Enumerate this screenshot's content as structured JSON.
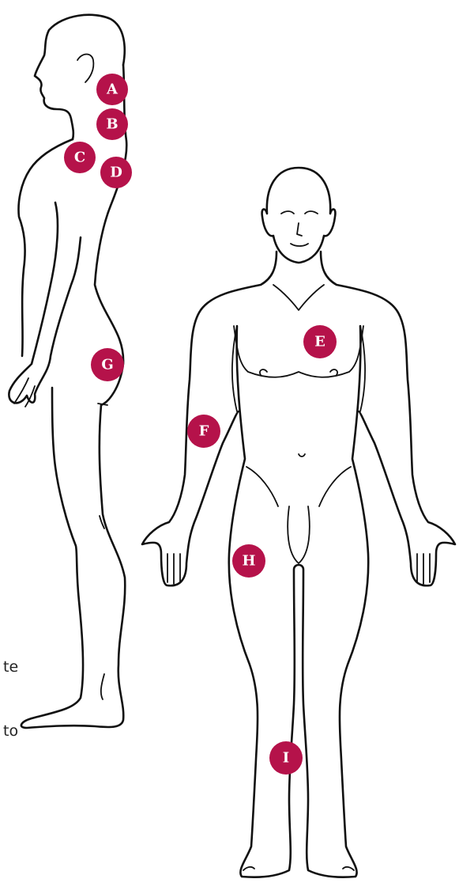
{
  "colors": {
    "marker": "#b5124a",
    "line": "#111111",
    "background": "#ffffff"
  },
  "figures": {
    "side": "side-view-body-outline",
    "front": "front-view-body-outline"
  },
  "markers": [
    {
      "id": "A",
      "label": "A"
    },
    {
      "id": "B",
      "label": "B"
    },
    {
      "id": "C",
      "label": "C"
    },
    {
      "id": "D",
      "label": "D"
    },
    {
      "id": "E",
      "label": "E"
    },
    {
      "id": "F",
      "label": "F"
    },
    {
      "id": "G",
      "label": "G"
    },
    {
      "id": "H",
      "label": "H"
    },
    {
      "id": "I",
      "label": "I"
    }
  ],
  "clipped_text": {
    "line1": "te",
    "line2": "to"
  }
}
